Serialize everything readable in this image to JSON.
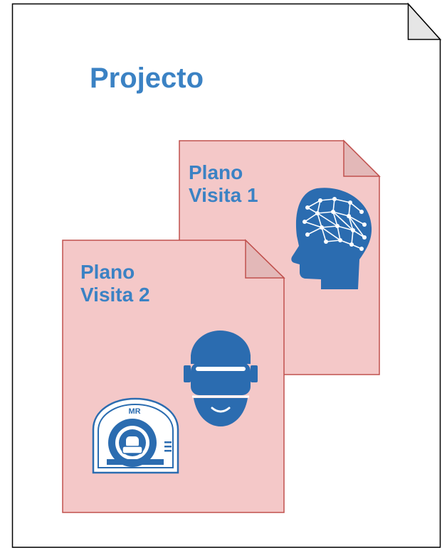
{
  "project": {
    "title": "Projecto"
  },
  "documents": [
    {
      "line1": "Plano",
      "line2": "Visita 1",
      "icon": "brain-network-head-icon"
    },
    {
      "line1": "Plano",
      "line2": "Visita 2",
      "icon": "vr-headset-icon"
    }
  ],
  "mri_badge": "MR",
  "colors": {
    "accent_text": "#3b82c4",
    "icon_blue": "#2b6cb0",
    "doc_fill": "#f4c8c8",
    "doc_stroke": "#c0504d",
    "fold_fill": "#e3b8b8",
    "page_stroke": "#000000"
  }
}
